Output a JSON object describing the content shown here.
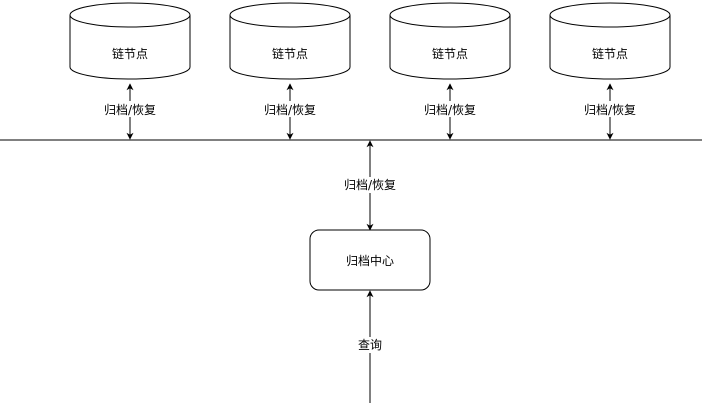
{
  "chain_nodes": [
    {
      "label": "链节点",
      "edge_label": "归档/恢复"
    },
    {
      "label": "链节点",
      "edge_label": "归档/恢复"
    },
    {
      "label": "链节点",
      "edge_label": "归档/恢复"
    },
    {
      "label": "链节点",
      "edge_label": "归档/恢复"
    }
  ],
  "bus_edge_label": "归档/恢复",
  "archive_center": {
    "label": "归档中心"
  },
  "query_edge_label": "查询",
  "colors": {
    "stroke": "#000000",
    "fill": "#ffffff"
  }
}
